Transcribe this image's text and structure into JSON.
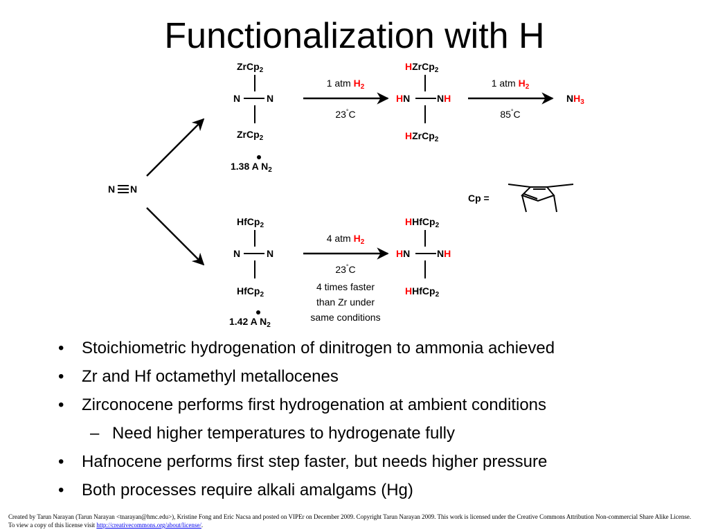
{
  "slide": {
    "title": "Functionalization with H"
  },
  "scheme": {
    "dinitrogen": "N",
    "zr_complex": {
      "top_metal": "ZrCp",
      "bottom_metal": "ZrCp",
      "sub_2": "2",
      "n_left": "N",
      "n_right": "N",
      "bond_length": "1.38 A N",
      "bond_sub": "2"
    },
    "zr_arrow1": {
      "pressure": "1 atm ",
      "reagent": "H",
      "reagent_sub": "2",
      "temp": "23",
      "deg": "°",
      "unit": "C"
    },
    "zr_product": {
      "h": "H",
      "top_metal": "ZrCp",
      "bottom_metal": "ZrCp",
      "sub_2": "2",
      "n_left": "N",
      "n_right": "N"
    },
    "zr_arrow2": {
      "pressure": "1 atm ",
      "reagent": "H",
      "reagent_sub": "2",
      "temp": "85",
      "deg": "°",
      "unit": "C"
    },
    "ammonia": {
      "n": "N",
      "h": "H",
      "sub": "3"
    },
    "cp_label": "Cp =",
    "hf_complex": {
      "top_metal": "HfCp",
      "bottom_metal": "HfCp",
      "sub_2": "2",
      "n_left": "N",
      "n_right": "N",
      "bond_length": "1.42 A N",
      "bond_sub": "2"
    },
    "hf_arrow": {
      "pressure": "4 atm ",
      "reagent": "H",
      "reagent_sub": "2",
      "temp": "23",
      "deg": "°",
      "unit": "C",
      "note_line1": "4 times faster",
      "note_line2": "than Zr under",
      "note_line3": "same conditions"
    },
    "hf_product": {
      "h": "H",
      "top_metal": "HfCp",
      "bottom_metal": "HfCp",
      "sub_2": "2",
      "n_left": "N",
      "n_right": "N"
    }
  },
  "bullets": [
    "Stoichiometric hydrogenation of dinitrogen to ammonia achieved",
    "Zr and Hf octamethyl metallocenes",
    "Zirconocene performs first hydrogenation at ambient conditions",
    "Need higher temperatures to hydrogenate fully",
    "Hafnocene performs first step faster, but needs higher pressure",
    "Both processes require alkali amalgams (Hg)"
  ],
  "footer": {
    "text": "Created by Tarun Narayan (Tarun Narayan <tnarayan@hmc.edu>), Kristine Fong and Eric Nacsa and posted on VIPEr on December 2009.  Copyright Tarun Narayan 2009.  This work is licensed under the Creative Commons Attribution Non-commercial Share Alike License. To view a copy of this license visit ",
    "link": "http://creativecommons.org/about/license/",
    "end": "."
  },
  "colors": {
    "highlight": "#ff0000",
    "text": "#000000",
    "link": "#0000ee"
  }
}
